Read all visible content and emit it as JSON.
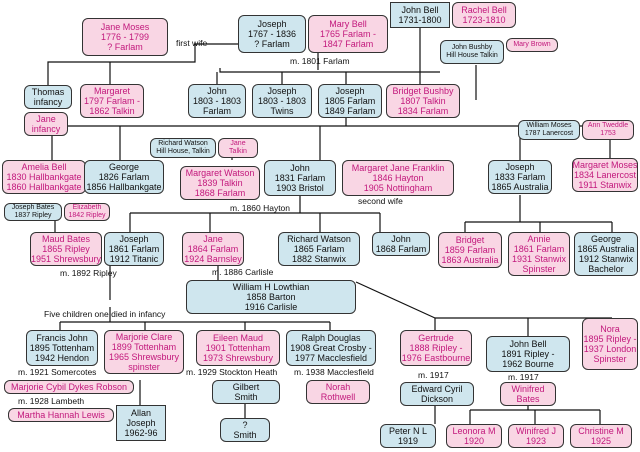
{
  "people": [
    {
      "id": "john-bell-1731",
      "gender": "m",
      "lines": [
        "John Bell",
        "1731-1800"
      ]
    },
    {
      "id": "rachel-bell",
      "gender": "f",
      "lines": [
        "Rachel Bell",
        "1723-1810"
      ]
    },
    {
      "id": "jane-moses",
      "gender": "f",
      "lines": [
        "Jane Moses",
        "1776 - 1799",
        "?   Farlam"
      ]
    },
    {
      "id": "joseph-1767",
      "gender": "m",
      "lines": [
        "Joseph",
        "1767 - 1836",
        "?  Farlam"
      ]
    },
    {
      "id": "mary-bell",
      "gender": "f",
      "lines": [
        "Mary Bell",
        "1765 Farlam  -",
        "1847 Farlam"
      ]
    },
    {
      "id": "john-bushby",
      "gender": "m",
      "lines": [
        "John Bushby",
        "Hill House Talkin"
      ]
    },
    {
      "id": "mary-brown",
      "gender": "f",
      "lines": [
        "Mary Brown"
      ]
    },
    {
      "id": "thomas",
      "gender": "m",
      "lines": [
        "Thomas",
        "infancy"
      ]
    },
    {
      "id": "margaret-1797",
      "gender": "f",
      "lines": [
        "Margaret",
        "1797 Farlam -",
        "1862  Talkin"
      ]
    },
    {
      "id": "jane-infancy",
      "gender": "f",
      "lines": [
        "Jane",
        "infancy"
      ]
    },
    {
      "id": "john-1803",
      "gender": "m",
      "lines": [
        "John",
        "1803 - 1803",
        "Farlam"
      ]
    },
    {
      "id": "joseph-1803",
      "gender": "m",
      "lines": [
        "Joseph",
        "1803 - 1803",
        "Twins"
      ]
    },
    {
      "id": "joseph-1805",
      "gender": "m",
      "lines": [
        "Joseph",
        "1805 Farlam",
        "1849  Farlam"
      ]
    },
    {
      "id": "bridget-bushby",
      "gender": "f",
      "lines": [
        "Bridget Bushby",
        "1807 Talkin",
        "1834  Farlam"
      ]
    },
    {
      "id": "richard-watson",
      "gender": "m",
      "lines": [
        "Richard Watson",
        "Hill House, Talkin"
      ]
    },
    {
      "id": "jane-talkin",
      "gender": "f",
      "lines": [
        "Jane",
        "Talkin"
      ]
    },
    {
      "id": "william-moses",
      "gender": "m",
      "lines": [
        "William Moses",
        "1787 Lanercost"
      ]
    },
    {
      "id": "ann-tweddle",
      "gender": "f",
      "lines": [
        "Ann Tweddle",
        "1753"
      ]
    },
    {
      "id": "amelia-bell",
      "gender": "f",
      "lines": [
        "Amelia Bell",
        "1830 Hallbankgate",
        "1860  Hallbankgate"
      ]
    },
    {
      "id": "george-1826",
      "gender": "m",
      "lines": [
        "George",
        "1826 Farlam",
        "1856 Hallbankgate"
      ]
    },
    {
      "id": "margaret-watson",
      "gender": "f",
      "lines": [
        "Margaret Watson",
        "1839 Talkin",
        "1868  Farlam"
      ]
    },
    {
      "id": "john-1831",
      "gender": "m",
      "lines": [
        "John",
        "1831 Farlam",
        "1903 Bristol"
      ]
    },
    {
      "id": "margaret-franklin",
      "gender": "f",
      "lines": [
        "Margaret Jane Franklin",
        "1846  Hayton",
        "1905 Nottingham"
      ]
    },
    {
      "id": "joseph-1833",
      "gender": "m",
      "lines": [
        "Joseph",
        "1833 Farlam",
        "1865 Australia"
      ]
    },
    {
      "id": "margaret-moses",
      "gender": "f",
      "lines": [
        "Margaret Moses",
        "1834 Lanercost",
        "1911  Stanwix"
      ]
    },
    {
      "id": "joseph-bates",
      "gender": "m",
      "lines": [
        "Joseph Bates",
        "1837 Ripley"
      ]
    },
    {
      "id": "elizabeth",
      "gender": "f",
      "lines": [
        "Elizabeth",
        "1842 Ripley"
      ]
    },
    {
      "id": "maud-bates",
      "gender": "f",
      "lines": [
        "Maud Bates",
        "1865  Ripley",
        "1951 Shrewsbury"
      ]
    },
    {
      "id": "joseph-1861",
      "gender": "m",
      "lines": [
        "Joseph",
        "1861  Farlam",
        "1912  Titanic"
      ]
    },
    {
      "id": "jane-1864",
      "gender": "f",
      "lines": [
        "Jane",
        "1864 Farlam",
        "1924  Barnsley"
      ]
    },
    {
      "id": "richard-watson-1865",
      "gender": "m",
      "lines": [
        "Richard Watson",
        "1865 Farlam",
        "1882 Stanwix"
      ]
    },
    {
      "id": "john-1868",
      "gender": "m",
      "lines": [
        "John",
        "1868 Farlam"
      ]
    },
    {
      "id": "bridget-1859",
      "gender": "f",
      "lines": [
        "Bridget",
        "1859 Farlam",
        "1863 Australia"
      ]
    },
    {
      "id": "annie",
      "gender": "f",
      "lines": [
        "Annie",
        "1861 Farlam",
        "1931  Stanwix",
        "Spinster"
      ]
    },
    {
      "id": "george-1865",
      "gender": "m",
      "lines": [
        "George",
        "1865 Australia",
        "1912  Stanwix",
        "Bachelor"
      ]
    },
    {
      "id": "william-lowthian",
      "gender": "m",
      "lines": [
        "William H Lowthian",
        "1858 Barton",
        "1916 Carlisle"
      ]
    },
    {
      "id": "francis-john",
      "gender": "m",
      "lines": [
        "Francis John",
        "1895  Tottenham",
        "1942  Hendon"
      ]
    },
    {
      "id": "marjorie-clare",
      "gender": "f",
      "lines": [
        "Marjorie Clare",
        "1899 Tottenham",
        "1965 Shrewsbury",
        "spinster"
      ]
    },
    {
      "id": "eileen-maud",
      "gender": "f",
      "lines": [
        "Eileen Maud",
        "1901  Tottenham",
        "1973 Shrewsbury"
      ]
    },
    {
      "id": "ralph-douglas",
      "gender": "m",
      "lines": [
        "Ralph Douglas",
        "1908 Great Crosby -",
        "1977  Macclesfield"
      ]
    },
    {
      "id": "gertrude",
      "gender": "f",
      "lines": [
        "Gertrude",
        "1888 Ripley -",
        "1976 Eastbourne"
      ]
    },
    {
      "id": "john-bell-1891",
      "gender": "m",
      "lines": [
        "John Bell",
        "1891 Ripley -",
        "1962 Bourne"
      ]
    },
    {
      "id": "nora",
      "gender": "f",
      "lines": [
        "Nora",
        "1895 Ripley -",
        "1937  London",
        "Spinster"
      ]
    },
    {
      "id": "marjorie-cybil",
      "gender": "f",
      "lines": [
        "Marjorie Cybil Dykes Robson"
      ]
    },
    {
      "id": "gilbert-smith",
      "gender": "m",
      "lines": [
        "Gilbert",
        "Smith"
      ]
    },
    {
      "id": "norah-rothwell",
      "gender": "f",
      "lines": [
        "Norah",
        "Rothwell"
      ]
    },
    {
      "id": "edward-cyril",
      "gender": "m",
      "lines": [
        "Edward Cyril",
        "Dickson"
      ]
    },
    {
      "id": "winifred-bates",
      "gender": "f",
      "lines": [
        "Winifred",
        "Bates"
      ]
    },
    {
      "id": "martha-lewis",
      "gender": "f",
      "lines": [
        "Martha Hannah Lewis"
      ]
    },
    {
      "id": "allan-joseph",
      "gender": "m",
      "lines": [
        "Allan",
        "Joseph",
        "1962-96"
      ]
    },
    {
      "id": "q-smith",
      "gender": "m",
      "lines": [
        "?",
        "Smith"
      ]
    },
    {
      "id": "peter-nl",
      "gender": "m",
      "lines": [
        "Peter N L",
        "1919"
      ]
    },
    {
      "id": "leonora-m",
      "gender": "f",
      "lines": [
        "Leonora M",
        "1920"
      ]
    },
    {
      "id": "winifred-j",
      "gender": "f",
      "lines": [
        "Winifred J",
        "1923"
      ]
    },
    {
      "id": "christine-m",
      "gender": "f",
      "lines": [
        "Christine M",
        "1925"
      ]
    }
  ],
  "labels": {
    "first_wife": "first wife",
    "m_1801": "m. 1801 Farlam",
    "m_1860": "m. 1860 Hayton",
    "second_wife": "second wife",
    "m_1892": "m. 1892 Ripley",
    "m_1886": "m. 1886 Carlisle",
    "five_children": "Five children one died in infancy",
    "m_1921": "m. 1921 Somercotes",
    "m_1929": "m. 1929 Stockton Heath",
    "m_1938": "m. 1938 Macclesfield",
    "m_1917a": "m. 1917",
    "m_1917b": "m. 1917",
    "m_1928": "m. 1928 Lambeth"
  }
}
